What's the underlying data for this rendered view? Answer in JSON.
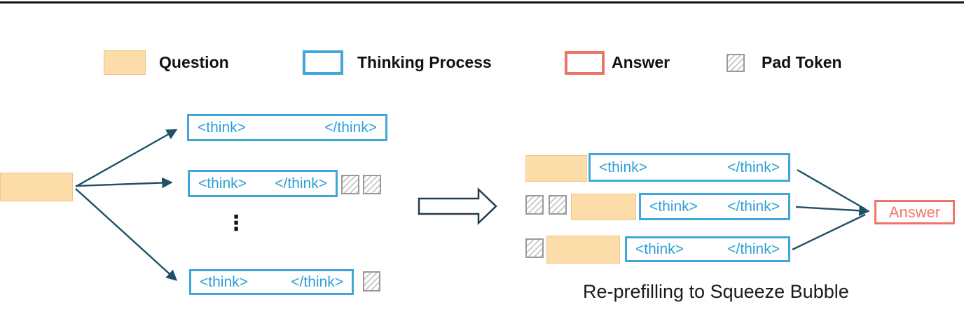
{
  "figure": {
    "caption": "Re-prefilling to Squeeze Bubble",
    "ellipsis": "⋮"
  },
  "legend": {
    "items": [
      {
        "id": "question",
        "label": "Question"
      },
      {
        "id": "thinking",
        "label": "Thinking Process"
      },
      {
        "id": "answer",
        "label": "Answer"
      },
      {
        "id": "pad",
        "label": "Pad Token"
      }
    ]
  },
  "tokens": {
    "think_open": "<think>",
    "think_close": "</think>"
  },
  "answer_label": "Answer",
  "colors": {
    "question_fill": "#FCDCA9",
    "question_border": "#F2C488",
    "thinking_blue": "#41A7DA",
    "thinking_text": "#2E9FD6",
    "answer_red": "#ED7468",
    "pad_border": "#9A9A9A",
    "pad_hatch": "#C6C6C6",
    "arrow_dark": "#1E5166",
    "top_rule": "#151515",
    "text_black": "#111111"
  }
}
